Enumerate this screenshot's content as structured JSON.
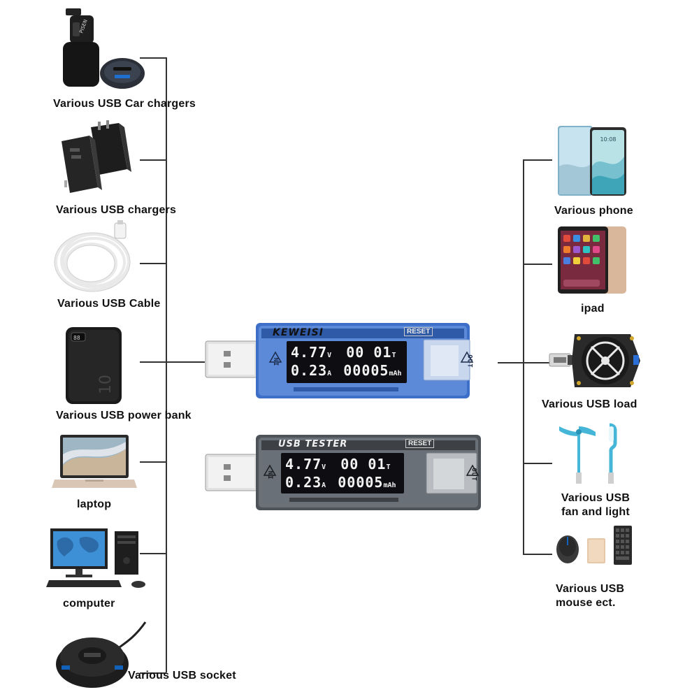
{
  "left_items": [
    {
      "label": "Various USB Car chargers",
      "icon": "car-charger-icon"
    },
    {
      "label": "Various USB chargers",
      "icon": "wall-charger-icon"
    },
    {
      "label": "Various USB Cable",
      "icon": "usb-cable-icon"
    },
    {
      "label": "Various USB power bank",
      "icon": "power-bank-icon"
    },
    {
      "label": "laptop",
      "icon": "laptop-icon"
    },
    {
      "label": "computer",
      "icon": "computer-icon"
    },
    {
      "label": "Various USB socket",
      "icon": "usb-hub-icon"
    }
  ],
  "right_items": [
    {
      "label": "Various phone",
      "icon": "phone-icon"
    },
    {
      "label": "ipad",
      "icon": "tablet-icon"
    },
    {
      "label": "Various USB load",
      "icon": "usb-load-icon"
    },
    {
      "label_line1": "Various USB",
      "label_line2": "fan and light",
      "icon": "usb-fan-light-icon"
    },
    {
      "label_line1": "Various USB",
      "label_line2": "mouse ect.",
      "icon": "mouse-keyboard-icon"
    }
  ],
  "testers": [
    {
      "brand": "KEWEISI",
      "reset": "RESET",
      "voltage": "4.77",
      "voltage_unit": "V",
      "time": "00 01",
      "time_unit": "T",
      "current": "0.23",
      "current_unit": "A",
      "capacity": "00005",
      "capacity_unit": "mAh",
      "in_label": "IN",
      "out_label": "OUT",
      "body_color": "#3d6fc8"
    },
    {
      "brand": "USB TESTER",
      "reset": "RESET",
      "voltage": "4.77",
      "voltage_unit": "V",
      "time": "00 01",
      "time_unit": "T",
      "current": "0.23",
      "current_unit": "A",
      "capacity": "00005",
      "capacity_unit": "mAh",
      "in_label": "IN",
      "out_label": "OUT",
      "body_color": "#555a60"
    }
  ],
  "phone_screen_time": "10:08"
}
